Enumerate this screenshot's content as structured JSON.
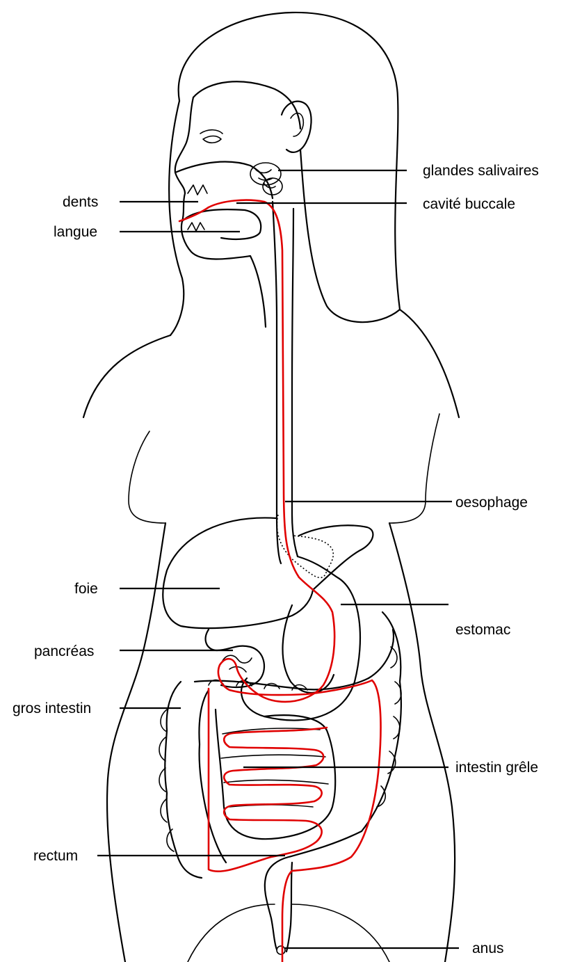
{
  "labels": {
    "glandes_salivaires": "glandes salivaires",
    "dents": "dents",
    "cavite_buccale": "cavité buccale",
    "langue": "langue",
    "oesophage": "oesophage",
    "foie": "foie",
    "estomac": "estomac",
    "pancreas": "pancréas",
    "gros_intestin": "gros intestin",
    "intestin_grele": "intestin grêle",
    "rectum": "rectum",
    "anus": "anus"
  },
  "colors": {
    "outline": "#000000",
    "digestive_tract": "#e00000",
    "background": "#ffffff"
  }
}
